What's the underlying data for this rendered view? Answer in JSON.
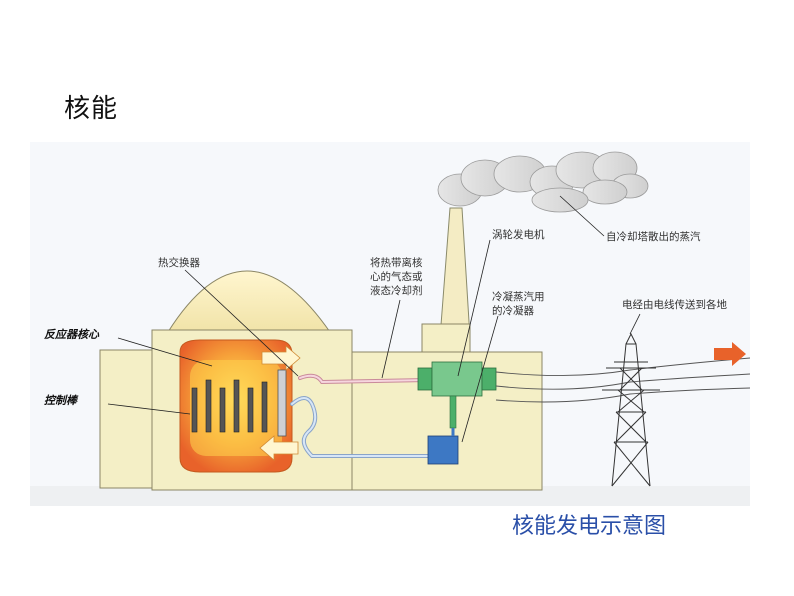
{
  "page": {
    "title": "核能",
    "caption": "核能发电示意图"
  },
  "diagram": {
    "labels": {
      "heat_exchanger": "热交换器",
      "reactor_core": "反应器核心",
      "control_rods": "控制棒",
      "coolant_line1": "将热带离核",
      "coolant_line2": "心的气态或",
      "coolant_line3": "液态冷却剂",
      "turbine": "涡轮发电机",
      "condenser_line1": "冷凝蒸汽用",
      "condenser_line2": "的冷凝器",
      "steam": "自冷却塔散出的蒸汽",
      "transmission": "电经由电线传送到各地"
    }
  }
}
